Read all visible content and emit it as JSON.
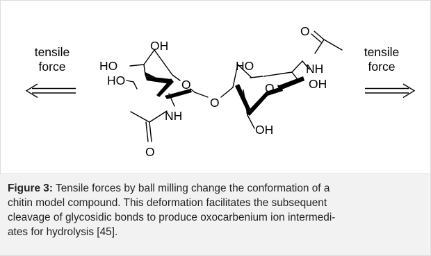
{
  "figure": {
    "left_force": {
      "line1": "tensile",
      "line2": "force"
    },
    "right_force": {
      "line1": "tensile",
      "line2": "force"
    },
    "atom_labels": {
      "ring1_oh_top": "OH",
      "ring1_ho_1": "HO",
      "ring1_ho_2": "HO",
      "ring1_o_ring": "O",
      "ring1_nh": "NH",
      "ring1_o_carbonyl": "O",
      "glycosidic_o": "O",
      "ring2_ho": "HO",
      "ring2_nh": "NH",
      "ring2_o_carbonyl": "O",
      "ring2_o_ring": "O",
      "ring2_oh_right": "OH",
      "ring2_oh_bottom": "OH"
    }
  },
  "caption": {
    "label": "Figure 3:",
    "line1": " Tensile forces by ball milling change the conformation of a",
    "line2": "chitin model compound. This deformation facilitates the subsequent",
    "line3": "cleavage of glycosidic bonds to produce oxocarbenium ion intermedi-",
    "line4": "ates for hydrolysis [45]."
  }
}
